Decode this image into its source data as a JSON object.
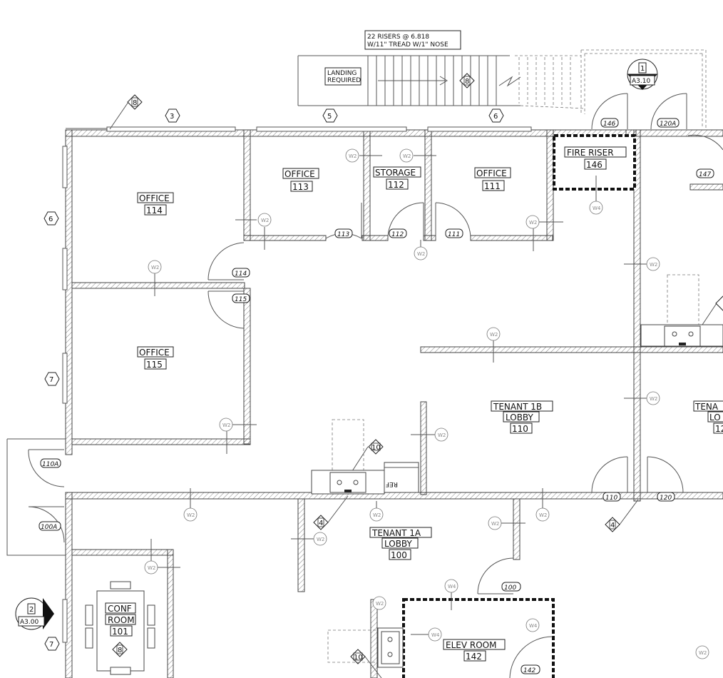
{
  "stair_note": {
    "line1": "22 RISERS @ 6.818",
    "line2": "W/11\" TREAD W/1\" NOSE"
  },
  "landing_note": {
    "line1": "LANDING",
    "line2": "REQUIRED"
  },
  "rooms": [
    {
      "id": "office-114",
      "name": "OFFICE",
      "number": "114"
    },
    {
      "id": "office-115",
      "name": "OFFICE",
      "number": "115"
    },
    {
      "id": "office-113",
      "name": "OFFICE",
      "number": "113"
    },
    {
      "id": "storage-112",
      "name": "STORAGE",
      "number": "112"
    },
    {
      "id": "office-111",
      "name": "OFFICE",
      "number": "111"
    },
    {
      "id": "fire-riser-146",
      "name": "FIRE RISER",
      "number": "146"
    },
    {
      "id": "tenant-1b-lobby",
      "name": "TENANT 1B",
      "name2": "LOBBY",
      "number": "110"
    },
    {
      "id": "tenant-1a-lobby",
      "name": "TENANT 1A",
      "name2": "LOBBY",
      "number": "100"
    },
    {
      "id": "conf-room",
      "name": "CONF",
      "name2": "ROOM",
      "number": "101"
    },
    {
      "id": "elev-room",
      "name": "ELEV ROOM",
      "number": "142"
    },
    {
      "id": "tenant-right",
      "name": "TENA",
      "name2": "LO",
      "number": "12"
    }
  ],
  "door_tags": [
    "146",
    "120A",
    "147",
    "113",
    "112",
    "111",
    "114",
    "115",
    "110A",
    "100A",
    "110",
    "120",
    "100",
    "142"
  ],
  "wall_tag": "W2",
  "wall_tag_w4": "W4",
  "hex_tags": [
    "3",
    "5",
    "6",
    "6",
    "7",
    "7"
  ],
  "diamond_tags": [
    "8",
    "8",
    "8",
    "10",
    "4",
    "4",
    "10"
  ],
  "section_marks": [
    {
      "num": "1",
      "sheet": "A3.10"
    },
    {
      "num": "2",
      "sheet": "A3.00"
    }
  ],
  "ref_label": "REF"
}
